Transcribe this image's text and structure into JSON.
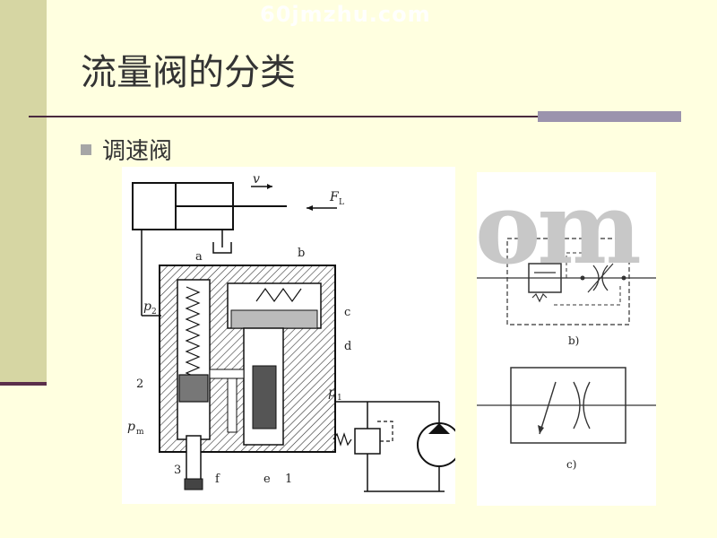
{
  "slide": {
    "watermark": "60jmzhu.com",
    "title": "流量阀的分类",
    "bullet": "调速阀"
  },
  "figure_main": {
    "labels": {
      "velocity": "v",
      "load": "F",
      "load_sub": "L",
      "p2": "p",
      "p2_sub": "2",
      "p1": "p",
      "p1_sub": "1",
      "pm": "p",
      "pm_sub": "m",
      "a": "a",
      "b": "b",
      "c": "c",
      "d": "d",
      "e": "e",
      "f": "f",
      "n1": "1",
      "n2": "2",
      "n3": "3"
    }
  },
  "figure_right": {
    "watermark": "om",
    "label_b": "b)",
    "label_c": "c)"
  },
  "colors": {
    "background": "#ffffe0",
    "side_bar": "#d6d6a3",
    "rule": "#4a2a3f",
    "accent": "#9b93ad"
  }
}
